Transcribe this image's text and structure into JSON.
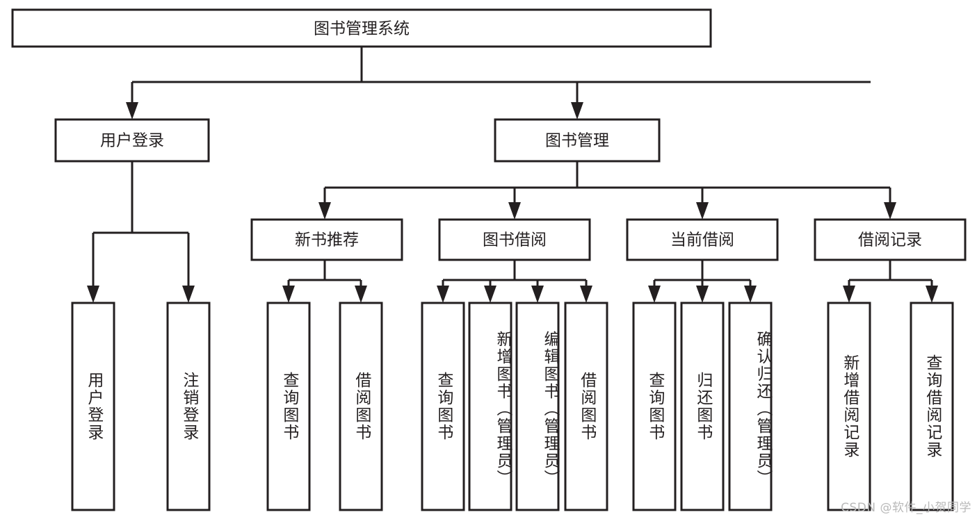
{
  "diagram": {
    "title": "图书管理系统",
    "type": "tree",
    "orientation": "top-down",
    "colors": {
      "stroke": "#231f20",
      "fill": "#ffffff",
      "background": "#ffffff",
      "watermark": "#b9b9b9"
    },
    "levels": {
      "root": {
        "label": "图书管理系统"
      },
      "level2": [
        {
          "label": "用户登录"
        },
        {
          "label": "图书管理"
        }
      ],
      "level3": [
        {
          "label": "新书推荐"
        },
        {
          "label": "图书借阅"
        },
        {
          "label": "当前借阅"
        },
        {
          "label": "借阅记录"
        }
      ],
      "leaves": {
        "user_login": [
          {
            "label": "用户登录"
          },
          {
            "label": "注销登录"
          }
        ],
        "new_book_recommend": [
          {
            "label": "查询图书"
          },
          {
            "label": "借阅图书"
          }
        ],
        "book_borrow": [
          {
            "label": "查询图书"
          },
          {
            "label": "新增图书（管理员）"
          },
          {
            "label": "编辑图书（管理员）"
          },
          {
            "label": "借阅图书"
          }
        ],
        "current_borrow": [
          {
            "label": "查询图书"
          },
          {
            "label": "归还图书"
          },
          {
            "label": "确认归还（管理员）"
          }
        ],
        "borrow_record": [
          {
            "label": "新增借阅记录"
          },
          {
            "label": "查询借阅记录"
          }
        ]
      }
    }
  },
  "watermark": {
    "text": "CSDN @软件_小贺同学"
  }
}
